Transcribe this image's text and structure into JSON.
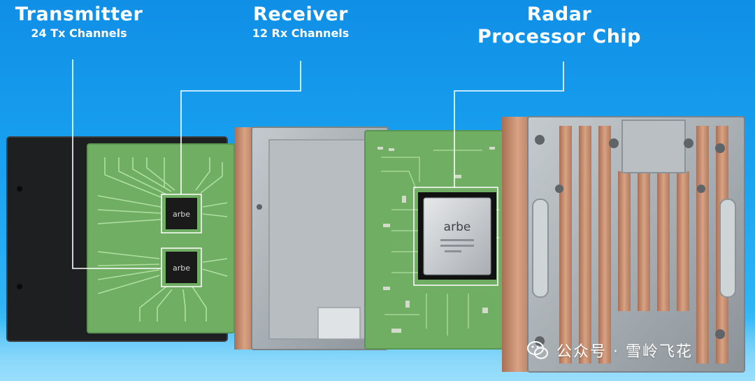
{
  "labels": {
    "transmitter": {
      "title": "Transmitter",
      "subtitle": "24 Tx Channels"
    },
    "receiver": {
      "title": "Receiver",
      "subtitle": "12 Rx Channels"
    },
    "processor": {
      "title_line1": "Radar",
      "title_line2": "Processor Chip"
    }
  },
  "chips": {
    "tx_top": "arbe",
    "tx_bottom": "arbe",
    "processor": "arbe"
  },
  "watermark": {
    "text": "公众号 · 雪岭飞花",
    "icon": "wechat-icon"
  },
  "colors": {
    "background_top": "#0f8fe6",
    "background_bottom": "#64cdf8",
    "pcb_green": "#6fae63",
    "trace_light": "#b8e6a8",
    "copper": "#c99070",
    "aluminum": "#a7aeb3",
    "chip_black": "#1a1a1a"
  }
}
